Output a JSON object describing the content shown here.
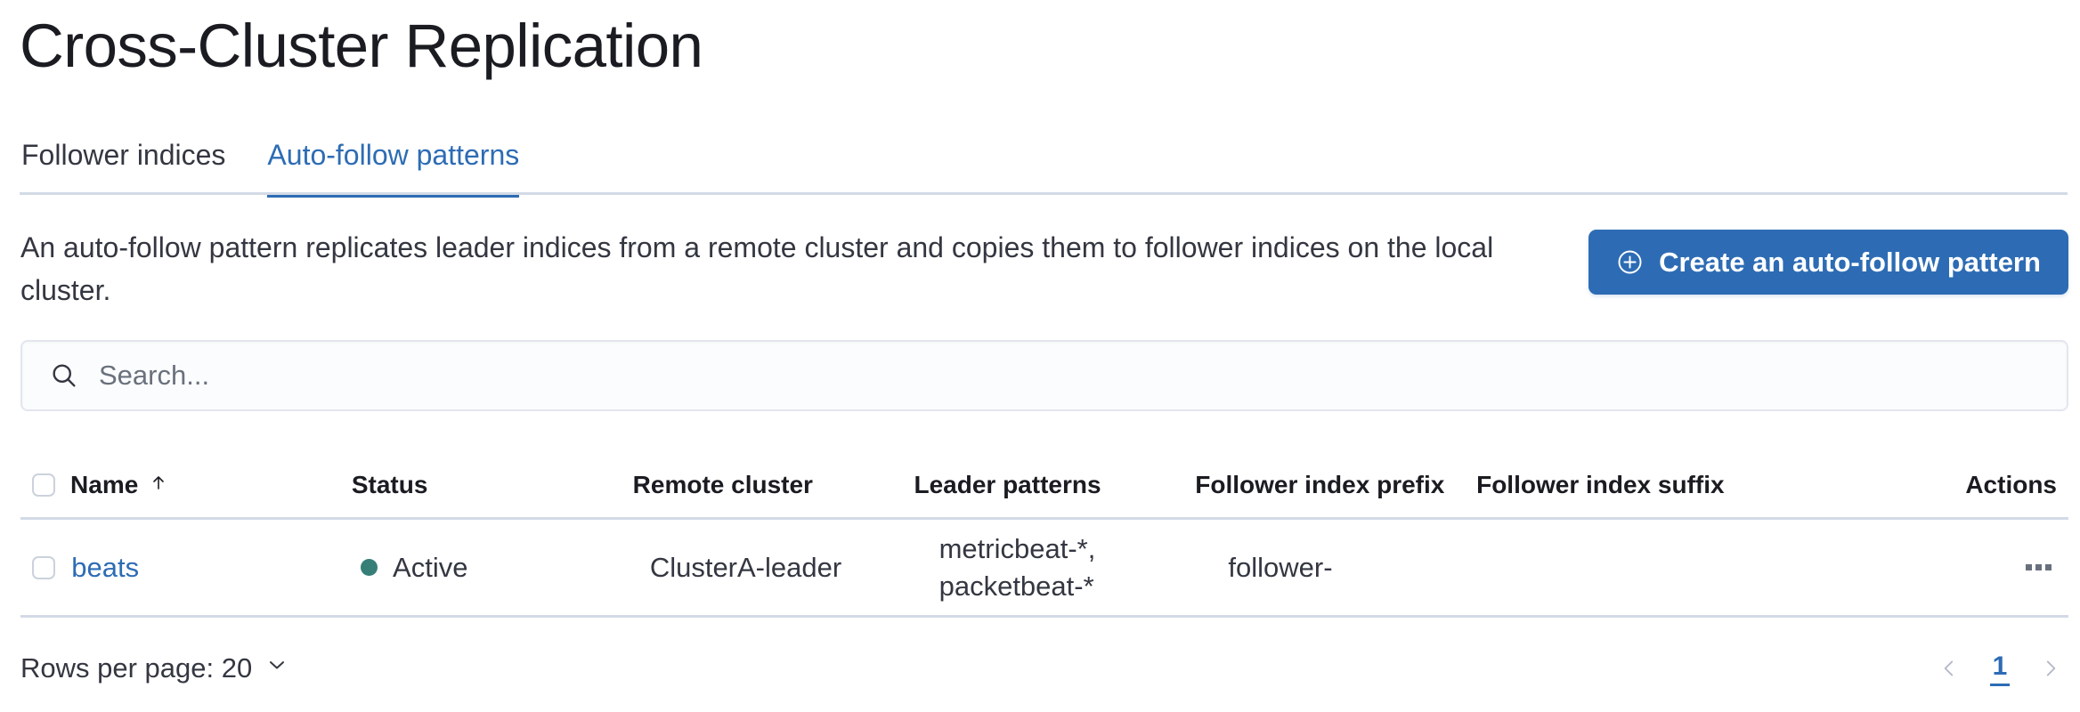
{
  "header": {
    "title": "Cross-Cluster Replication"
  },
  "tabs": [
    {
      "label": "Follower indices",
      "active": false
    },
    {
      "label": "Auto-follow patterns",
      "active": true
    }
  ],
  "description": "An auto-follow pattern replicates leader indices from a remote cluster and copies them to follower indices on the local cluster.",
  "create_button": {
    "label": "Create an auto-follow pattern",
    "icon": "plus-in-circle-icon",
    "color": "#2d6cb4"
  },
  "search": {
    "value": "",
    "placeholder": "Search...",
    "icon": "search-icon"
  },
  "table": {
    "columns": [
      {
        "key": "name",
        "label": "Name",
        "sorted": true,
        "sort_direction": "asc",
        "sort_icon": "arrow-up-icon"
      },
      {
        "key": "status",
        "label": "Status"
      },
      {
        "key": "remote_cluster",
        "label": "Remote cluster"
      },
      {
        "key": "leader_patterns",
        "label": "Leader patterns"
      },
      {
        "key": "follower_index_prefix",
        "label": "Follower index prefix"
      },
      {
        "key": "follower_index_suffix",
        "label": "Follower index suffix"
      },
      {
        "key": "actions",
        "label": "Actions"
      }
    ],
    "rows": [
      {
        "selected": false,
        "name": "beats",
        "status": "Active",
        "status_color": "#357f77",
        "remote_cluster": "ClusterA-leader",
        "leader_patterns": "metricbeat-*, packetbeat-*",
        "follower_index_prefix": "follower-",
        "follower_index_suffix": "",
        "actions_icon": "ellipsis-horizontal-icon"
      }
    ]
  },
  "footer": {
    "rows_per_page_label": "Rows per page: 20",
    "rows_per_page_icon": "chevron-down-icon",
    "pagination": {
      "prev_icon": "chevron-left-icon",
      "next_icon": "chevron-right-icon",
      "current_page": "1"
    }
  }
}
